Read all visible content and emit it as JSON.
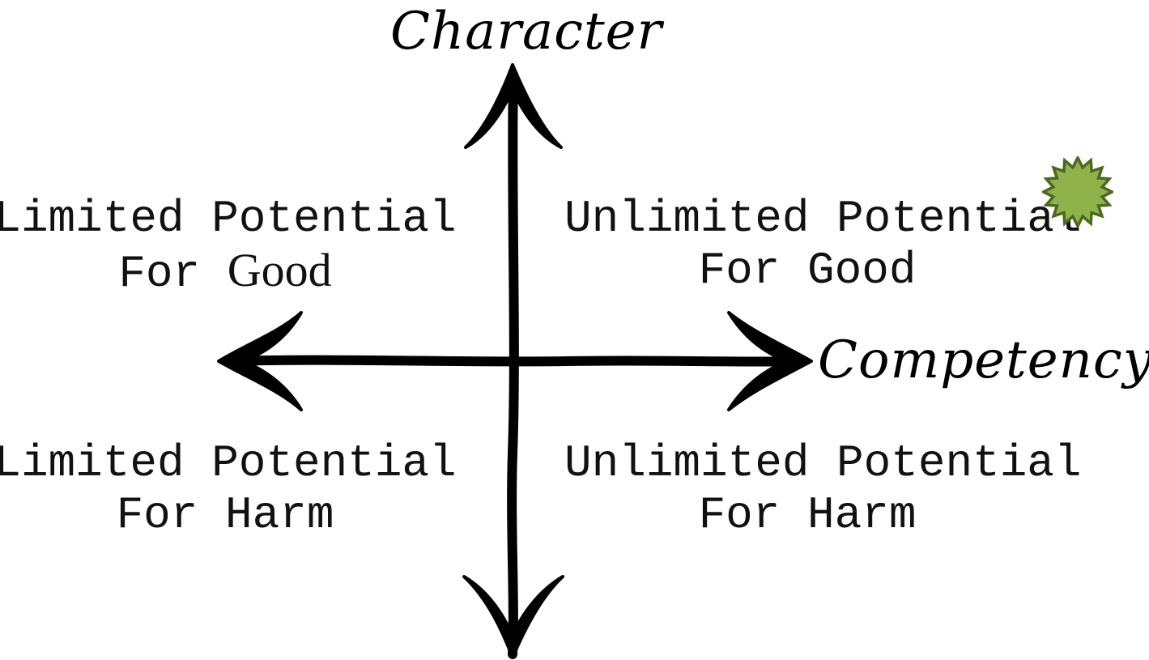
{
  "axes": {
    "y_label": "Character",
    "x_label": "Competency"
  },
  "quadrants": {
    "top_left": {
      "line1": "Limited Potential",
      "line2_prefix": "For",
      "line2_word": "Good"
    },
    "top_right": {
      "line1": "Unlimited Potential",
      "line2_prefix": "For",
      "line2_word": "Good"
    },
    "bottom_left": {
      "line1": "Limited Potential",
      "line2_prefix": "For",
      "line2_word": "Harm"
    },
    "bottom_right": {
      "line1": "Unlimited Potential",
      "line2_prefix": "For",
      "line2_word": "Harm"
    }
  },
  "colors": {
    "ink": "#000000",
    "badge_fill": "#8fb34a",
    "badge_stroke": "#4a6a1f"
  },
  "icons": {
    "badge": "starburst-badge-icon"
  }
}
